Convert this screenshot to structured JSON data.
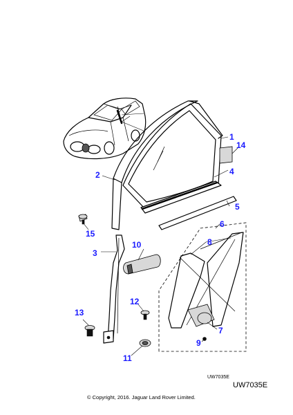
{
  "callouts": {
    "c1": "1",
    "c2": "2",
    "c3": "3",
    "c4": "4",
    "c5": "5",
    "c6": "6",
    "c7": "7",
    "c8": "8",
    "c9": "9",
    "c10": "10",
    "c11": "11",
    "c12": "12",
    "c13": "13",
    "c14": "14",
    "c15": "15"
  },
  "inset_ref": "UW7035E",
  "diagram_ref": "UW7035E",
  "copyright": "© Copyright, 2016. Jaguar Land Rover Limited.",
  "colors": {
    "callout": "#1a1aff",
    "line": "#000000"
  }
}
